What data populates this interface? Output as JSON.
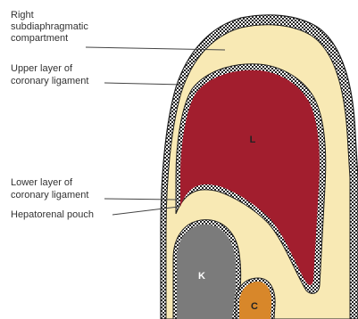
{
  "labels": {
    "subphrenic_line1": "Right",
    "subphrenic_line2": "subdiaphragmatic",
    "subphrenic_line3": "compartment",
    "upper_line1": "Upper layer of",
    "upper_line2": "coronary ligament",
    "lower_line1": "Lower layer of",
    "lower_line2": "coronary ligament",
    "pouch": "Hepatorenal pouch"
  },
  "organs": {
    "liver": "L",
    "kidney": "K",
    "colon": "C"
  },
  "colors": {
    "peritoneum_space": "#f8e9b4",
    "liver": "#a21e2e",
    "kidney": "#7b7b7b",
    "colon": "#d8872a",
    "outline": "#222222",
    "leader_line": "#444444"
  }
}
